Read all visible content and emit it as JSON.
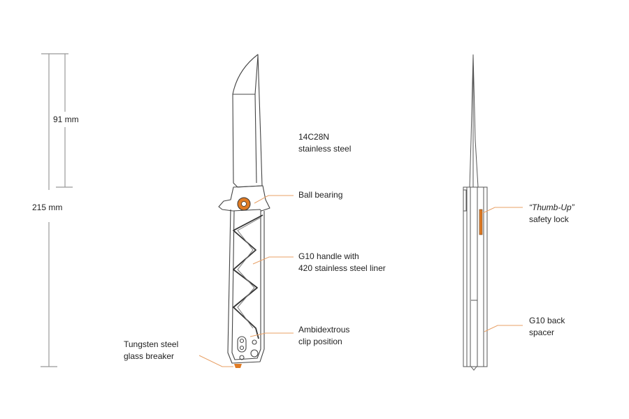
{
  "colors": {
    "accent": "#e07b24",
    "line": "#555555",
    "dim": "#999999"
  },
  "dimensions": {
    "blade_length": "91 mm",
    "overall_length": "215 mm"
  },
  "front_view_labels": {
    "blade_material": [
      "14C28N",
      "stainless steel"
    ],
    "pivot": [
      "Ball bearing"
    ],
    "handle": [
      "G10 handle with",
      "420 stainless steel  liner"
    ],
    "clip": [
      "Ambidextrous",
      "clip position"
    ],
    "glass_breaker": [
      "Tungsten steel",
      "glass breaker"
    ]
  },
  "side_view_labels": {
    "lock": [
      "“Thumb-Up”",
      "safety lock"
    ],
    "spacer": [
      "G10 back",
      "spacer"
    ]
  }
}
